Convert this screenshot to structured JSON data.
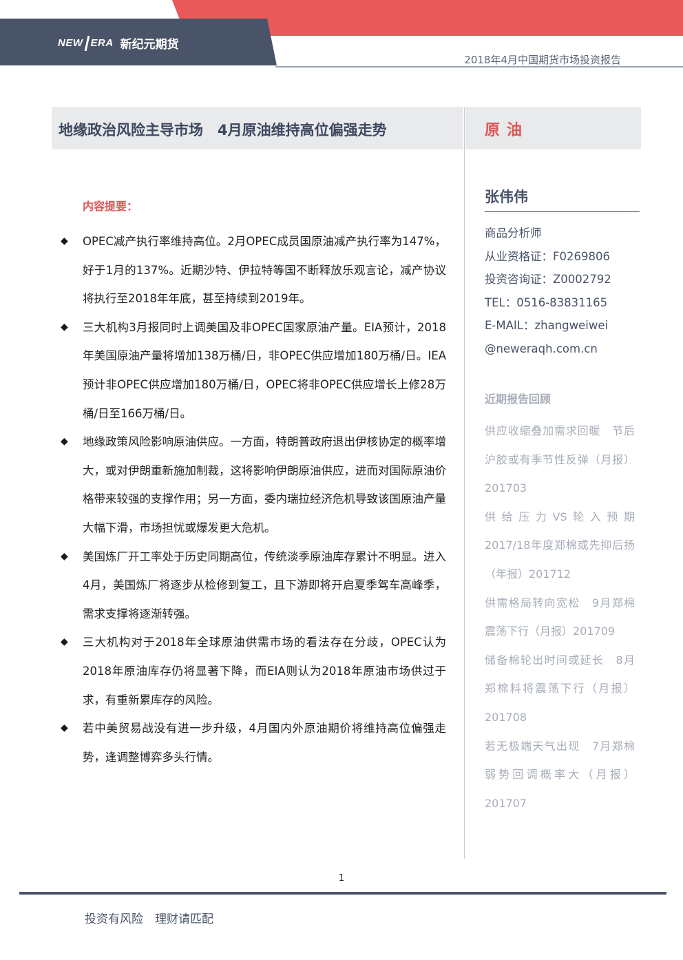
{
  "header": {
    "logo_mark_left": "NEW",
    "logo_mark_right": "ERA",
    "logo_text": "新纪元期货",
    "report_title": "2018年4月中国期货市场投资报告",
    "colors": {
      "navy": "#4a5468",
      "red": "#e85a5a"
    }
  },
  "title": {
    "headline": "地缘政治风险主导市场　4月原油维持高位偏强走势",
    "category": "原油"
  },
  "summary": {
    "heading": "内容提要：",
    "bullet_icon": "◆",
    "items": [
      "OPEC减产执行率维持高位。2月OPEC成员国原油减产执行率为147%，好于1月的137%。近期沙特、伊拉特等国不断释放乐观言论，减产协议将执行至2018年年底，甚至持续到2019年。",
      "三大机构3月报同时上调美国及非OPEC国家原油产量。EIA预计，2018年美国原油产量将增加138万桶/日，非OPEC供应增加180万桶/日。IEA预计非OPEC供应增加180万桶/日，OPEC将非OPEC供应增长上修28万桶/日至166万桶/日。",
      "地缘政策风险影响原油供应。一方面，特朗普政府退出伊核协定的概率增大，或对伊朗重新施加制裁，这将影响伊朗原油供应，进而对国际原油价格带来较强的支撑作用；另一方面，委内瑞拉经济危机导致该国原油产量大幅下滑，市场担忧或爆发更大危机。",
      "美国炼厂开工率处于历史同期高位，传统淡季原油库存累计不明显。进入4月，美国炼厂将逐步从检修到复工，且下游即将开启夏季驾车高峰季，需求支撑将逐渐转强。",
      "三大机构对于2018年全球原油供需市场的看法存在分歧，OPEC认为2018年原油库存仍将显著下降，而EIA则认为2018年原油市场供过于求，有重新累库存的风险。",
      "若中美贸易战没有进一步升级，4月国内外原油期价将维持高位偏强走势，逢调整博弈多头行情。"
    ]
  },
  "analyst": {
    "name": "张伟伟",
    "role": "商品分析师",
    "qualification": "从业资格证：F0269806",
    "advisory": "投资咨询证：Z0002792",
    "tel": "TEL：0516-83831165",
    "email_line1": "E-MAIL：zhangweiwei",
    "email_line2": "@neweraqh.com.cn"
  },
  "recent_reports": {
    "heading": "近期报告回顾",
    "items": [
      "供应收缩叠加需求回暖　节后沪胶或有季节性反弹（月报）201703",
      "供给压力VS轮入预期 2017/18年度郑棉或先抑后扬（年报）201712",
      "供需格局转向宽松　9月郑棉震荡下行（月报）201709",
      "储备棉轮出时间或延长　8月郑棉料将震荡下行（月报）201708",
      "若无极端天气出现　7月郑棉弱势回调概率大（月报）201707"
    ]
  },
  "footer": {
    "page_number": "1",
    "disclaimer": "投资有风险　理财请匹配"
  }
}
